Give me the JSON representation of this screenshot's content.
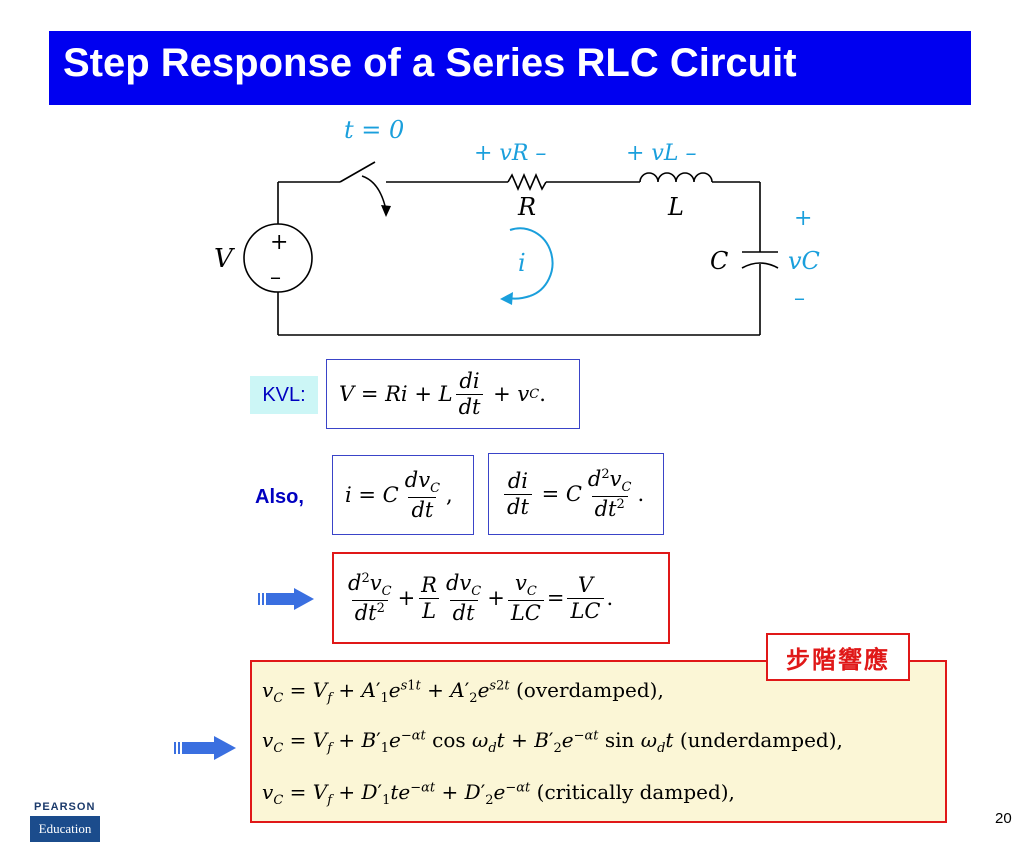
{
  "slide": {
    "title": "Step Response of a Series RLC Circuit",
    "page_number": "20"
  },
  "circuit": {
    "switch_label": "t = 0",
    "source_label": "V",
    "source_plus": "+",
    "source_minus": "–",
    "vR_label": "+  vR  –",
    "vL_label": "+  vL  –",
    "resistor_label": "R",
    "inductor_label": "L",
    "capacitor_label": "C",
    "vC_label": "vC",
    "vC_plus": "+",
    "vC_minus": "–",
    "current_label": "i"
  },
  "labels": {
    "kvl": "KVL:",
    "also": "Also,",
    "step_response_cjk": "步階響應"
  },
  "equations": {
    "kvl": "V = Ri + L di/dt + vC.",
    "current": "i = C dvC/dt,",
    "derivative": "di/dt = C d²vC/dt².",
    "ode": "d²vC/dt² + (R/L) dvC/dt + vC/(LC) = V/(LC).",
    "overdamped": "vC = Vf + A′1 e^(s1 t) + A′2 e^(s2 t) (overdamped),",
    "underdamped": "vC = Vf + B′1 e^(−αt) cos ωd t + B′2 e^(−αt) sin ωd t (underdamped),",
    "critically": "vC = Vf + D′1 t e^(−αt) + D′2 e^(−αt) (critically damped),"
  },
  "text": {
    "overdamped": "(overdamped),",
    "underdamped": "(underdamped),",
    "critically": "(critically damped),"
  },
  "logo": {
    "top": "PEARSON",
    "bottom": "Education"
  },
  "colors": {
    "title_bg": "#0000f0",
    "accent_blue": "#1a9fdc",
    "box_red": "#e01818",
    "solution_bg": "#fbf6d6",
    "kvl_bg": "#ccf6f6"
  }
}
